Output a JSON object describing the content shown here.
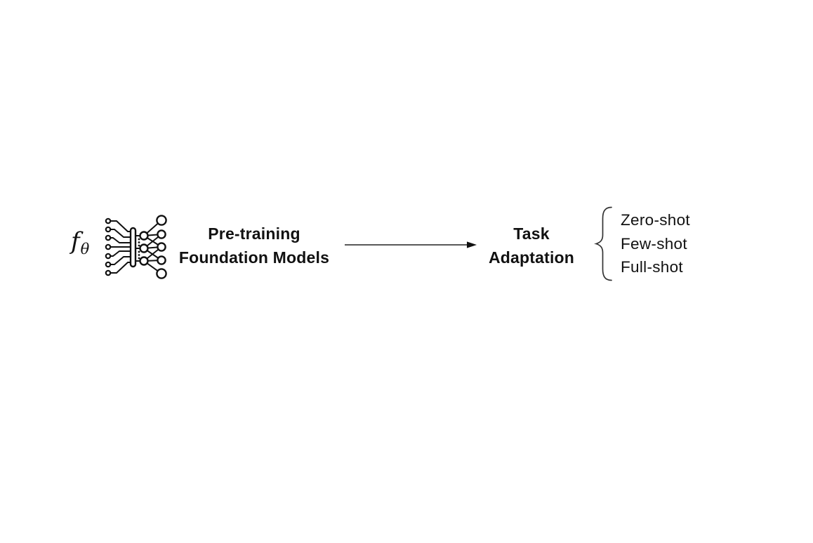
{
  "figure": {
    "model_symbol": "f",
    "model_symbol_subscript": "θ",
    "pretraining": {
      "line1": "Pre-training",
      "line2": "Foundation Models"
    },
    "task": {
      "line1": "Task",
      "line2": "Adaptation"
    },
    "shot_options": [
      {
        "label": "Zero-shot"
      },
      {
        "label": "Few-shot"
      },
      {
        "label": "Full-shot"
      }
    ],
    "icons": {
      "model": "neural-network-icon",
      "flow": "arrow-right-icon",
      "grouping": "brace-left-icon"
    },
    "colors": {
      "ink": "#111111",
      "arrow": "#222222",
      "background": "#ffffff"
    }
  }
}
